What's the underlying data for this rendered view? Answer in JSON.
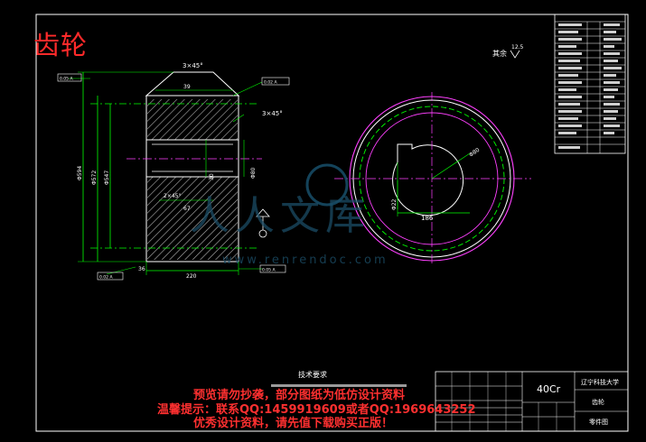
{
  "drawing": {
    "title_label": "齿轮",
    "roughness_mark": "其余",
    "roughness_value": "12.5",
    "tech_requirements_title": "技术要求",
    "material": "40Cr",
    "school": "辽宁科技大学",
    "drawing_name": "齿轮",
    "part_type": "零件图"
  },
  "dimensions": {
    "chamfer_top": "3×45°",
    "chamfer_right": "3×45°",
    "width_top": "39",
    "chamfer_inner": "2×45°",
    "dim_67": "67",
    "dim_30": "30",
    "bore_d": "Φ80",
    "dia_outer": "Φ594",
    "dia_pitch": "Φ572",
    "dia_root": "Φ547",
    "width_bottom": "220",
    "keyway_width": "Φ22",
    "keyway_depth": "186",
    "bore_circle": "Φ80",
    "dim_label_36": "36"
  },
  "tolerances": {
    "fc1": "0.05 A",
    "fc2": "0.02 A",
    "fc3": "0.02 A",
    "fc4": "0.05 A"
  },
  "watermark": {
    "brand": "人人文库",
    "site": "www.renrendoc.com"
  },
  "notices": {
    "line1": "预览请勿抄袭，部分图纸为低仿设计资料",
    "line2": "温馨提示：联系QQ:1459919609或者QQ:1969643252",
    "line3": "优秀设计资料，请先值下载购买正版！"
  },
  "colors": {
    "background": "#000000",
    "outline": "#ffffff",
    "geometry": "#00ffff",
    "dimension": "#00ff00",
    "red_text": "#ff2a2a",
    "magenta": "#ff40ff"
  }
}
